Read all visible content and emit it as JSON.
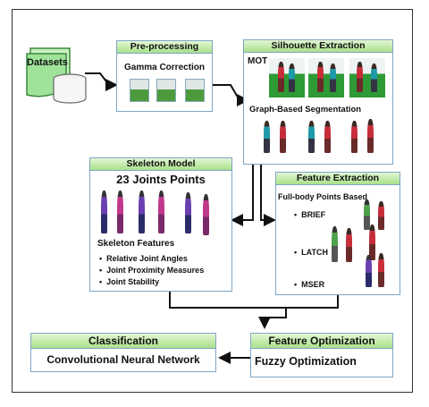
{
  "datasets": {
    "label": "Datasets"
  },
  "preprocessing": {
    "title": "Pre-processing",
    "step": "Gamma Correction"
  },
  "silhouette": {
    "title": "Silhouette Extraction",
    "mot": "MOT",
    "segmentation": "Graph-Based Segmentation"
  },
  "skeleton": {
    "title": "Skeleton Model",
    "joints": "23 Joints Points",
    "features_title": "Skeleton Features",
    "features": [
      "Relative Joint Angles",
      "Joint Proximity Measures",
      "Joint Stability"
    ]
  },
  "feature_extraction": {
    "title": "Feature Extraction",
    "subtitle": "Full-body Points Based",
    "methods": [
      "BRIEF",
      "LATCH",
      "MSER"
    ]
  },
  "classification": {
    "title": "Classification",
    "method": "Convolutional Neural Network"
  },
  "optimization": {
    "title": "Feature Optimization",
    "method": "Fuzzy Optimization"
  },
  "colors": {
    "header_green": "#a9e08a",
    "box_border": "#7fa6c6",
    "db_green": "#9fe39a"
  }
}
